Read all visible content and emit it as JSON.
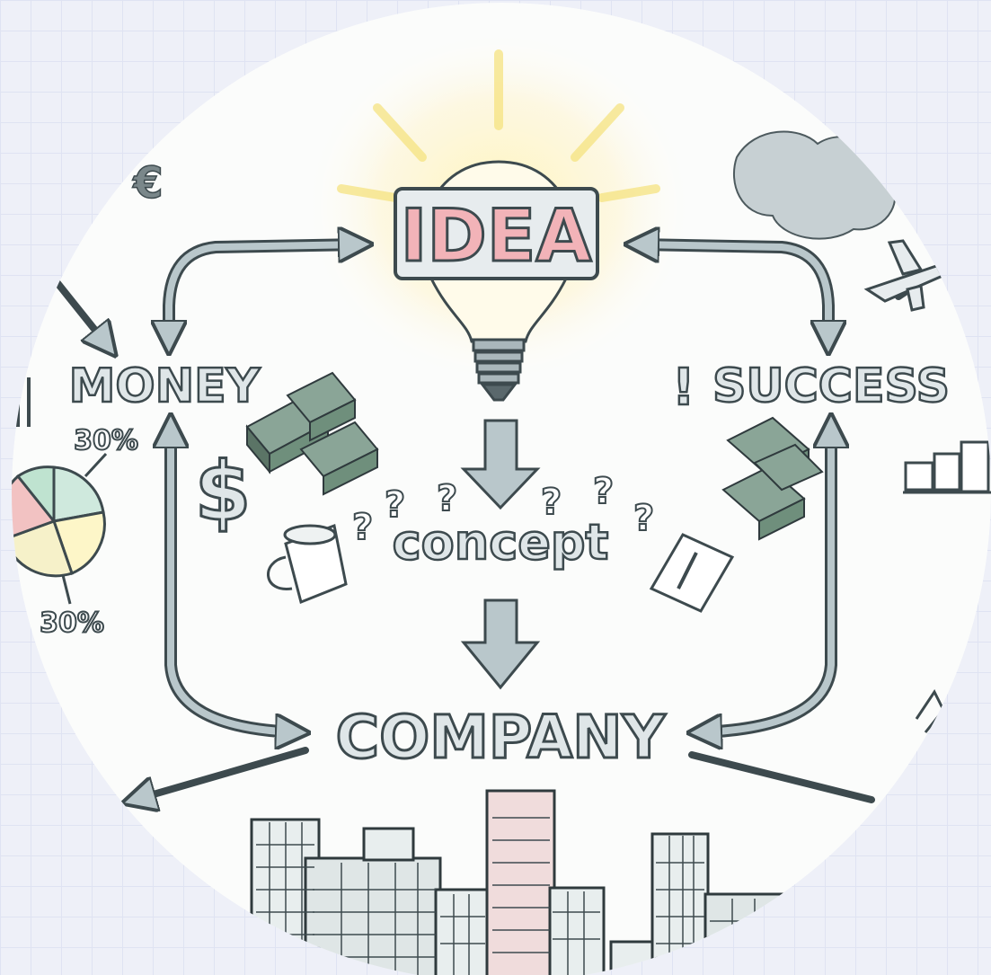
{
  "diagram": {
    "center": "IDEA",
    "left": "MONEY",
    "right": "SUCCESS",
    "middle": "concept",
    "bottom": "COMPANY",
    "left_prefix": "",
    "right_prefix": "!"
  },
  "pie": {
    "label_top": "30%",
    "label_bottom": "30%"
  },
  "symbols": {
    "dollar": "$",
    "euro": "€",
    "question": "?"
  },
  "colors": {
    "ink": "#3d4a4e",
    "arrow_fill": "#b9c7cb",
    "idea_pink": "#f2b3b8",
    "glow": "#fff3b0",
    "money_green": "#6f8f7c",
    "grid_bg": "#eef0f8"
  },
  "icons": [
    "lightbulb-icon",
    "euro-icon",
    "dollar-icon",
    "money-stack-icon",
    "mug-icon",
    "notepad-icon",
    "airplane-icon",
    "cloud-icon",
    "pie-chart-icon",
    "bar-chart-icon",
    "city-skyline-icon"
  ]
}
